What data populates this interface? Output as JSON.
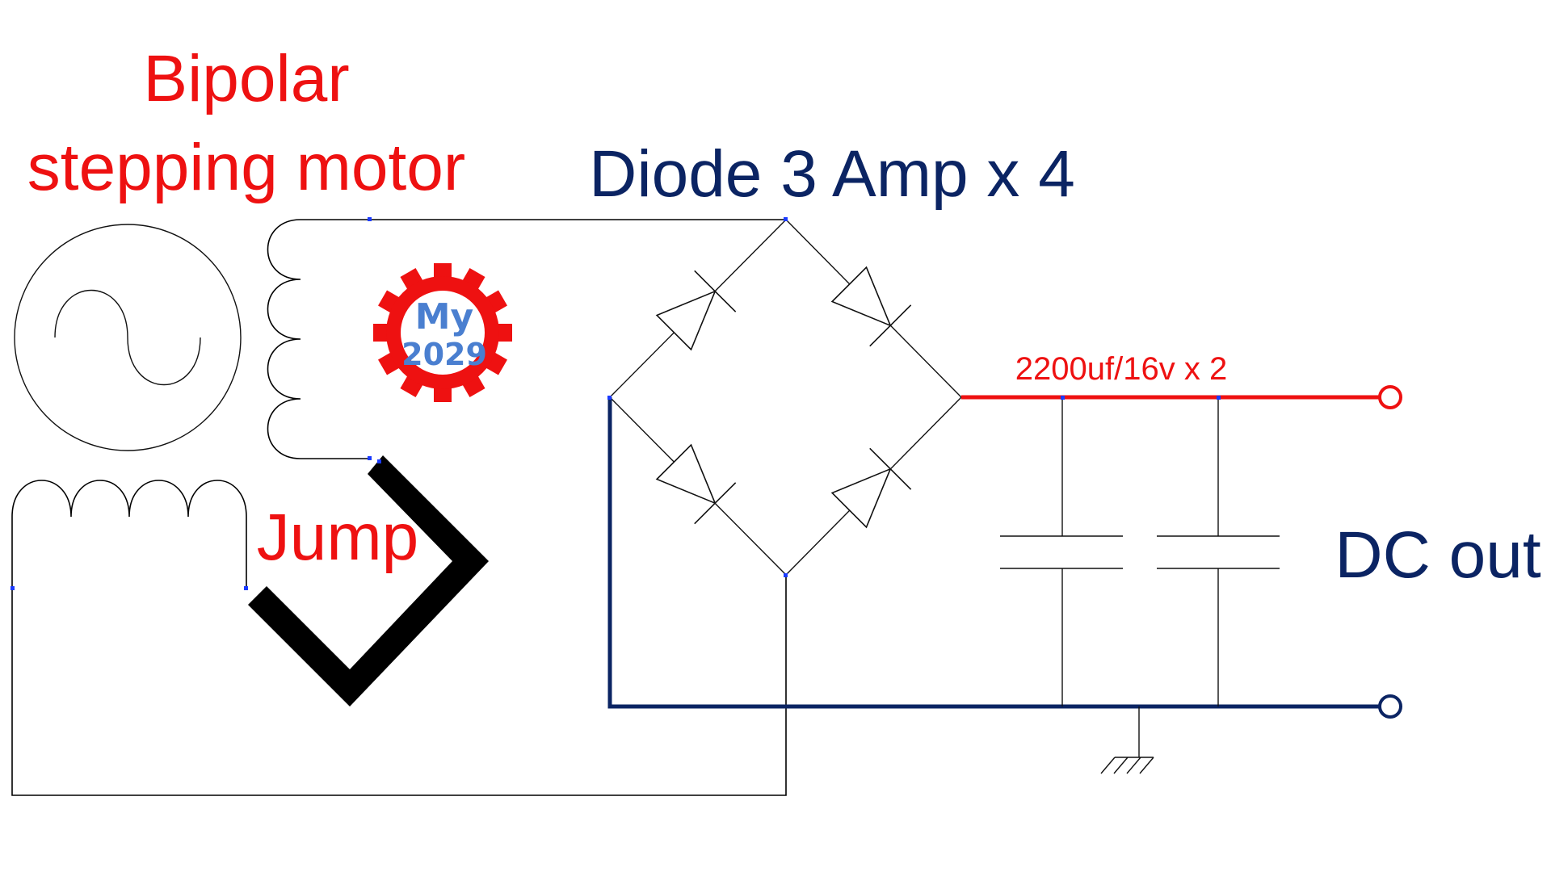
{
  "labels": {
    "motor_line1": "Bipolar",
    "motor_line2": "stepping motor",
    "diode_title": "Diode 3 Amp x 4",
    "capacitor_label": "2200uf/16v x 2",
    "jump_label": "Jump",
    "output_label": "DC out"
  },
  "logo": {
    "line1": "My",
    "line2": "2029"
  },
  "colors": {
    "red_label": "#ee1111",
    "navy_label": "#0b2463",
    "positive_rail": "#ee1111",
    "negative_rail": "#0b2463",
    "jumper": "#000000",
    "logo_gear": "#ee1111",
    "logo_text": "#4a7fd0"
  },
  "icons": {
    "ac_source": "ac-source-icon",
    "ground": "ground-icon",
    "diode": "diode-icon",
    "capacitor": "capacitor-icon",
    "coil": "coil-icon",
    "terminal": "terminal-icon",
    "logo": "gear-logo-icon"
  }
}
